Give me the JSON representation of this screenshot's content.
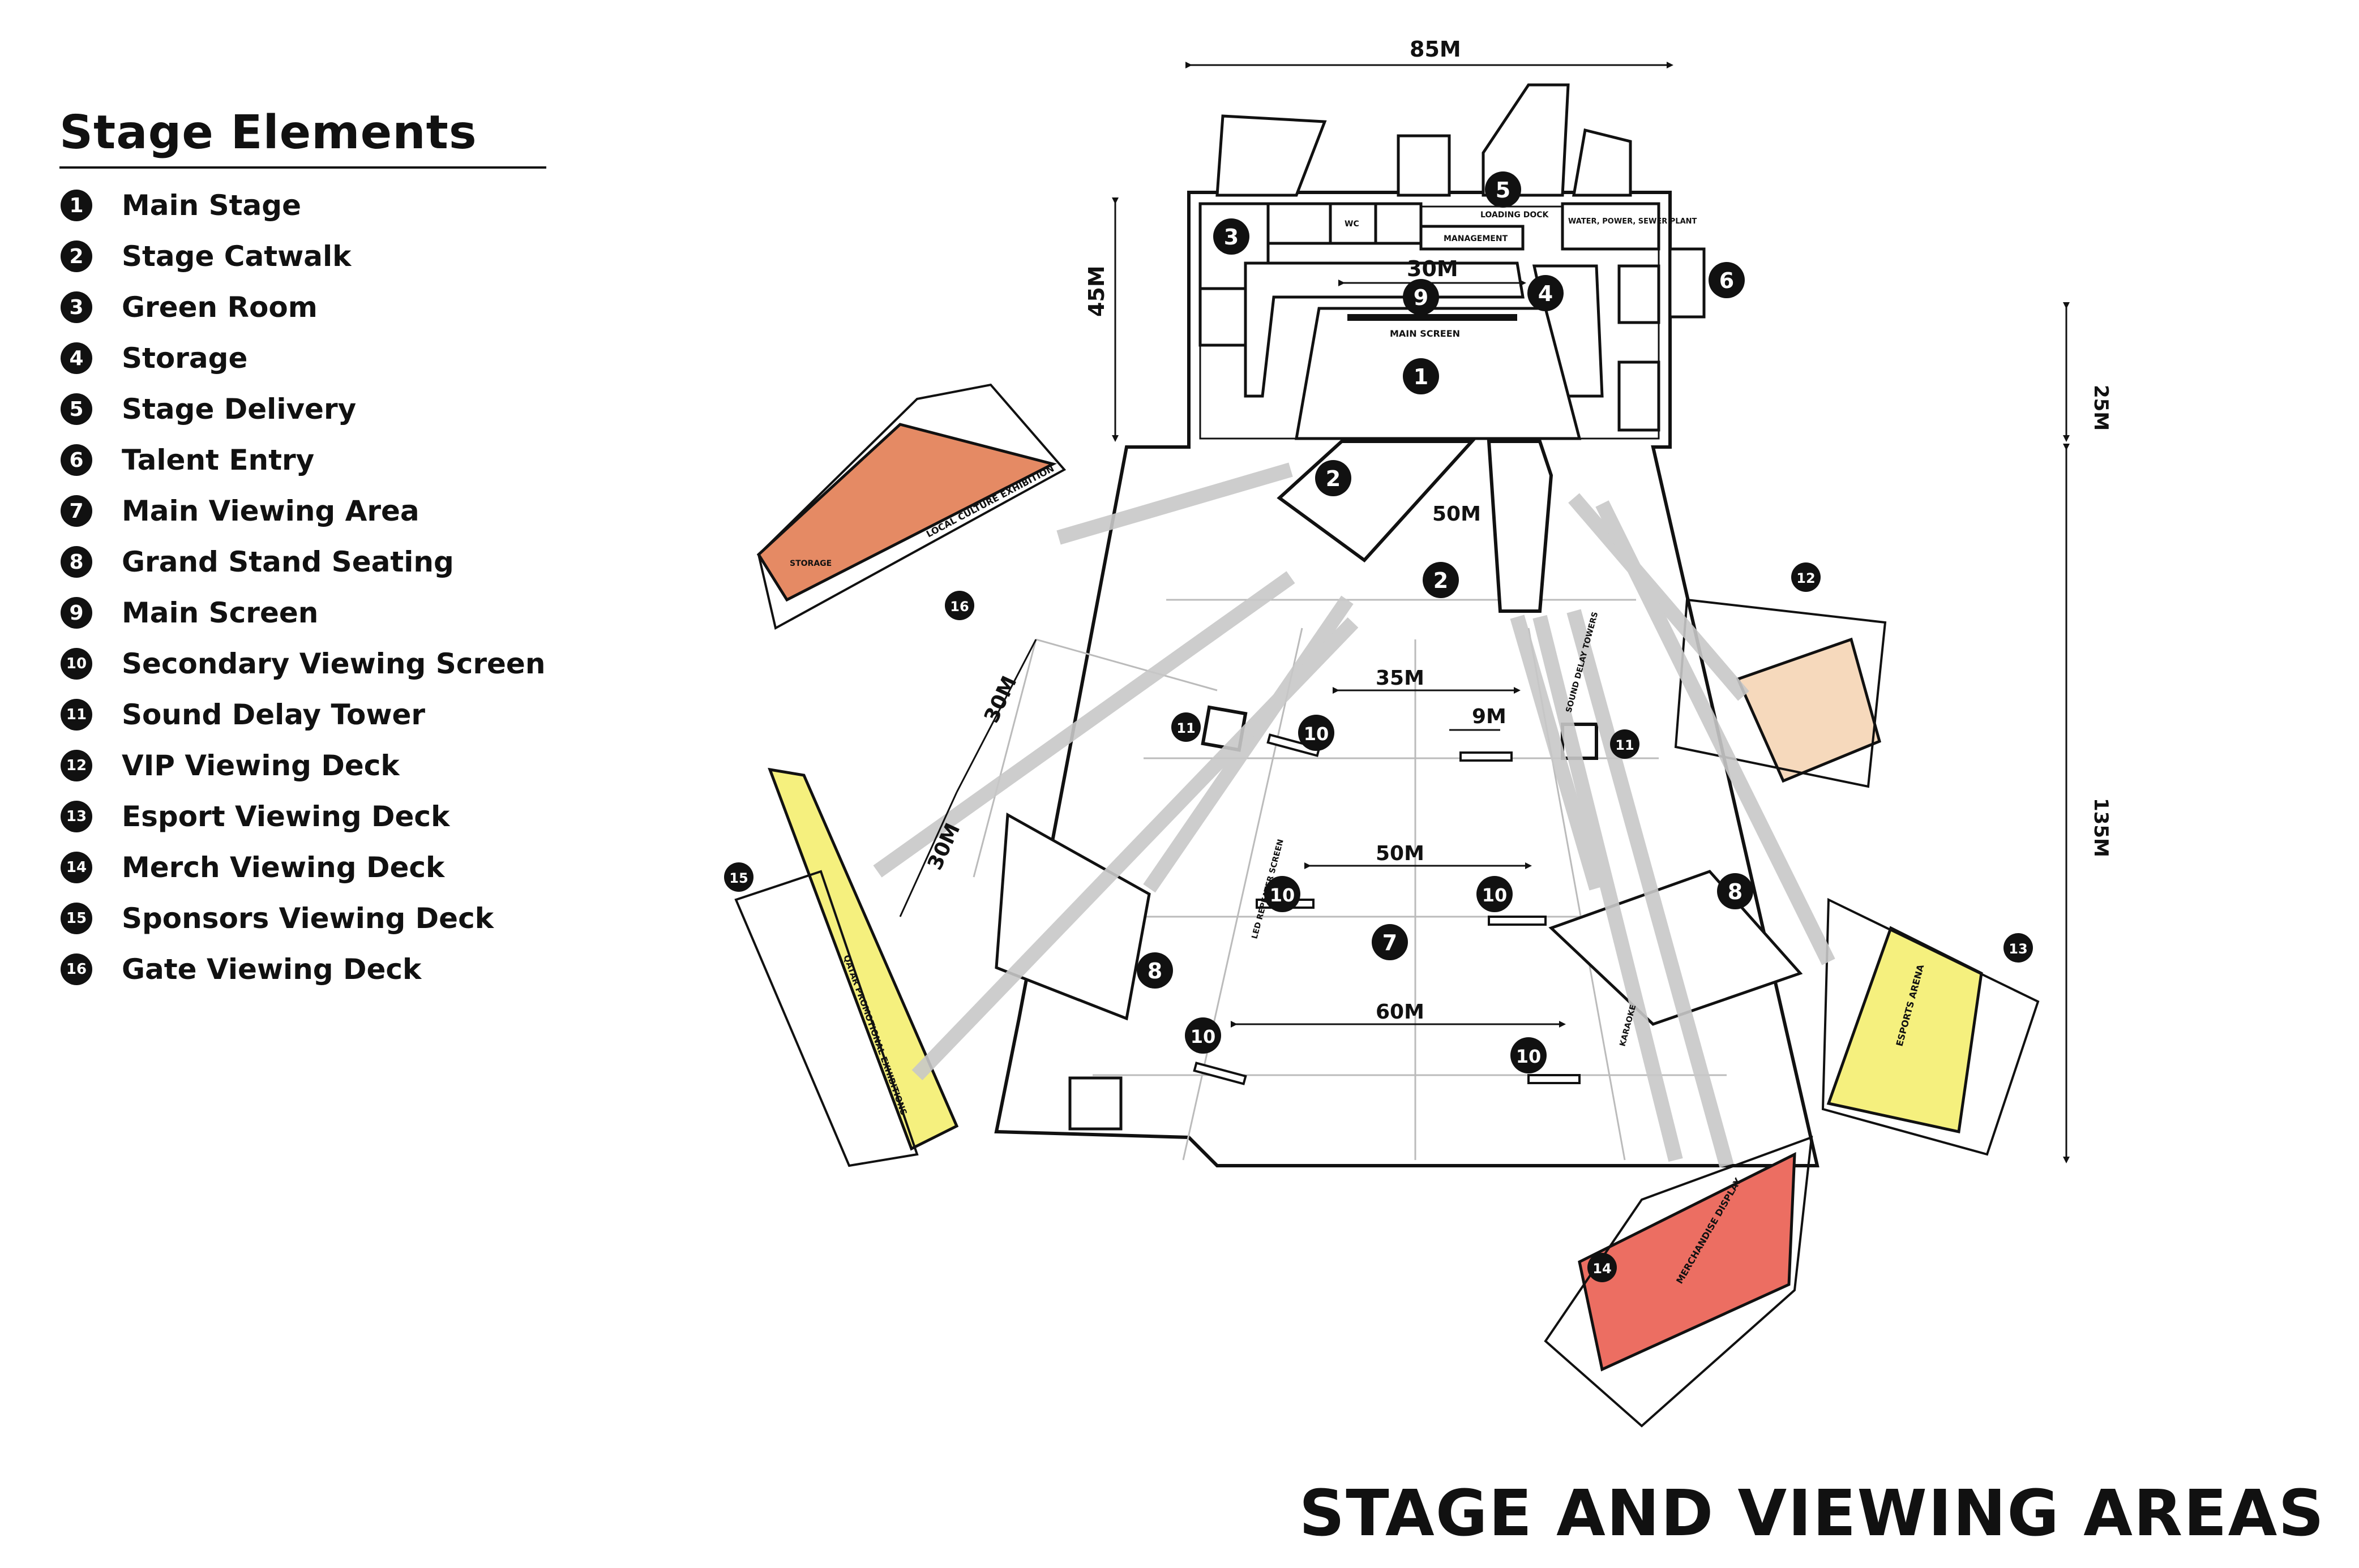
{
  "page_title": "STAGE AND VIEWING AREAS",
  "legend": {
    "title": "Stage Elements",
    "items": [
      {
        "num": "1",
        "label": "Main Stage"
      },
      {
        "num": "2",
        "label": "Stage Catwalk"
      },
      {
        "num": "3",
        "label": "Green Room"
      },
      {
        "num": "4",
        "label": "Storage"
      },
      {
        "num": "5",
        "label": "Stage Delivery"
      },
      {
        "num": "6",
        "label": "Talent Entry"
      },
      {
        "num": "7",
        "label": "Main Viewing Area"
      },
      {
        "num": "8",
        "label": "Grand Stand Seating"
      },
      {
        "num": "9",
        "label": "Main Screen"
      },
      {
        "num": "10",
        "label": "Secondary Viewing Screen"
      },
      {
        "num": "11",
        "label": "Sound Delay Tower"
      },
      {
        "num": "12",
        "label": "VIP Viewing Deck"
      },
      {
        "num": "13",
        "label": "Esport Viewing Deck"
      },
      {
        "num": "14",
        "label": "Merch Viewing Deck"
      },
      {
        "num": "15",
        "label": "Sponsors Viewing Deck"
      },
      {
        "num": "16",
        "label": "Gate Viewing Deck"
      }
    ]
  },
  "plan": {
    "dimensions": {
      "top_width": "85M",
      "stage_depth": "45M",
      "right_upper": "25M",
      "right_lower": "135M",
      "main_screen_width": "30M",
      "catwalk": "50M",
      "row_1": "35M",
      "row_1_small": "9M",
      "row_2": "50M",
      "row_3": "60M",
      "left_upper": "30M",
      "left_lower": "30M"
    },
    "labels": {
      "management": "MANAGEMENT",
      "loading_dock": "LOADING DOCK",
      "utilities": "WATER, POWER, SEWER PLANT",
      "main_screen": "MAIN SCREEN",
      "storage": "STORAGE",
      "wc": "WC",
      "led_repeater": "LED REPEATER SCREEN",
      "sound_delay": "SOUND DELAY TOWERS",
      "local_culture": "LOCAL CULTURE EXHIBITION",
      "esports_arena": "ESPORTS ARENA",
      "merch": "MERCHANDISE DISPLAY",
      "sponsors": "QATAR PROMOTIONAL EXHIBITIONS",
      "karaoke": "KARAOKE"
    },
    "colors": {
      "gate_deck": "#e58a64",
      "vip_deck": "#f6d9bc",
      "esport_deck": "#f5f07e",
      "sponsors_deck": "#f5f07e",
      "merch_deck": "#ec6e62",
      "sightline_arrow": "#c8c8c8"
    }
  }
}
